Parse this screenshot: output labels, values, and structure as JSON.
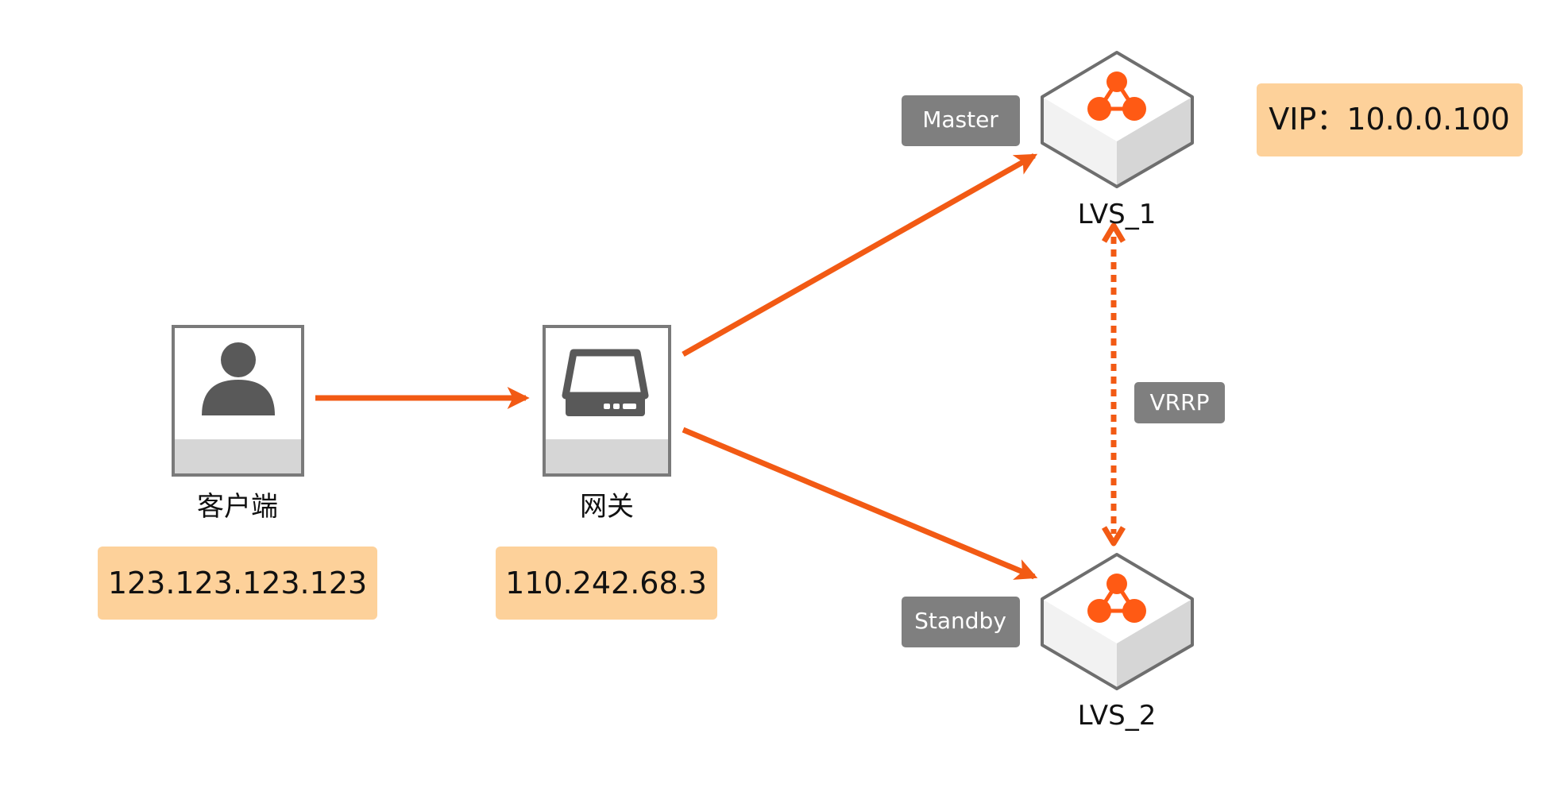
{
  "nodes": {
    "client": {
      "label": "客户端",
      "ip": "123.123.123.123",
      "icon": "user-icon"
    },
    "gateway": {
      "label": "网关",
      "ip": "110.242.68.3",
      "icon": "gateway-device-icon"
    },
    "lvs1": {
      "label": "LVS_1",
      "role": "Master",
      "icon": "load-balancer-icon"
    },
    "lvs2": {
      "label": "LVS_2",
      "role": "Standby",
      "icon": "load-balancer-icon"
    }
  },
  "vip": "VIP：10.0.0.100",
  "link_label": "VRRP",
  "colors": {
    "arrow": "#f25a14",
    "ip_box": "#fdd19a",
    "tag_bg": "#7f7f7f",
    "node_border": "#7a7a7a",
    "icon_dark": "#595959",
    "accent": "#ff5a14"
  }
}
